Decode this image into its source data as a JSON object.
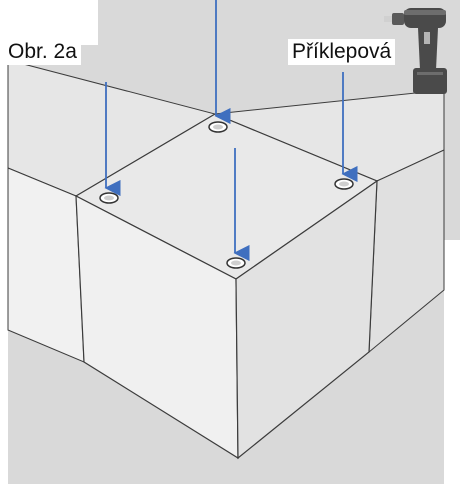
{
  "figure": {
    "label": "Obr. 2a",
    "drill_mode": "Příklepová"
  },
  "icons": {
    "tool": "cordless-drill-icon",
    "pointer": "arrow-down-icon"
  },
  "drill_holes": 4,
  "colors": {
    "background_panel": "#d9d9d9",
    "block_top": "#e9e9e9",
    "block_front": "#f0f0f0",
    "block_side": "#e2e2e2",
    "edge": "#3c3c3c",
    "arrow": "#3f6fbf",
    "drill_body": "#4a4a4a",
    "drill_chuck": "#d0d0d0"
  }
}
